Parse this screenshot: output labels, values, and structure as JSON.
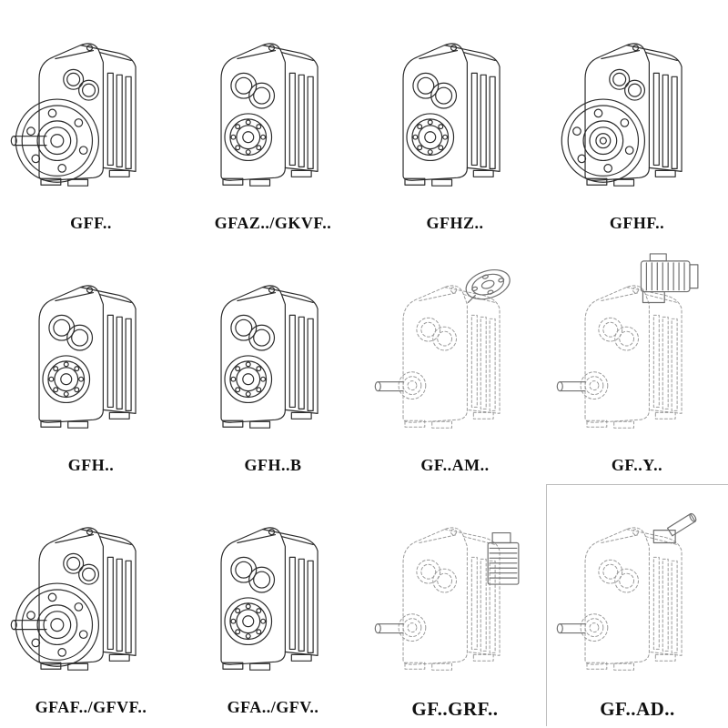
{
  "page": {
    "background": "#ffffff",
    "description": "Catalog grid of parallel-shaft helical gear unit variants, isometric technical line drawings"
  },
  "colors": {
    "solid_line": "#2b2b2b",
    "dashed_line": "#9a9a9a",
    "attachment_line": "#6f6f6f",
    "label": "#101010"
  },
  "grid": {
    "items": [
      {
        "label": "GFF..",
        "variant": "flange_shaft",
        "style": "solid",
        "drawing": "flange-mounted gear unit with output shaft"
      },
      {
        "label": "GFAZ../GKVF..",
        "variant": "hollow_front",
        "style": "solid",
        "drawing": "hollow-shaft gear unit, front bores visible"
      },
      {
        "label": "GFHZ..",
        "variant": "hollow_front",
        "style": "solid",
        "drawing": "hollow-shaft gear unit variant"
      },
      {
        "label": "GFHF..",
        "variant": "flange_face",
        "style": "solid",
        "drawing": "flange-face gear unit without protruding shaft"
      },
      {
        "label": "GFH..",
        "variant": "hollow_front",
        "style": "solid",
        "drawing": "hollow-shaft gear unit"
      },
      {
        "label": "GFH..B",
        "variant": "hollow_front",
        "style": "solid",
        "drawing": "hollow-shaft gear unit, B version"
      },
      {
        "label": "GF..AM..",
        "variant": "flange_top_shaft",
        "style": "dashed",
        "drawing": "phantom gear unit with IEC adapter flange on input"
      },
      {
        "label": "GF..Y..",
        "variant": "motor_top",
        "style": "dashed",
        "drawing": "phantom gear unit with mounted motor"
      },
      {
        "label": "GFAF../GFVF..",
        "variant": "flange_shaft",
        "style": "solid",
        "drawing": "flange-mounted gear unit with output shaft"
      },
      {
        "label": "GFA../GFV..",
        "variant": "hollow_front",
        "style": "solid",
        "drawing": "hollow-shaft gear unit"
      },
      {
        "label": "GF..GRF..",
        "variant": "motor_side",
        "style": "dashed",
        "drawing": "phantom gear unit with adapter housing"
      },
      {
        "label": "GF..AD..",
        "variant": "shaft_top",
        "style": "dashed",
        "drawing": "phantom gear unit with free input shaft",
        "boxed": true
      }
    ]
  }
}
